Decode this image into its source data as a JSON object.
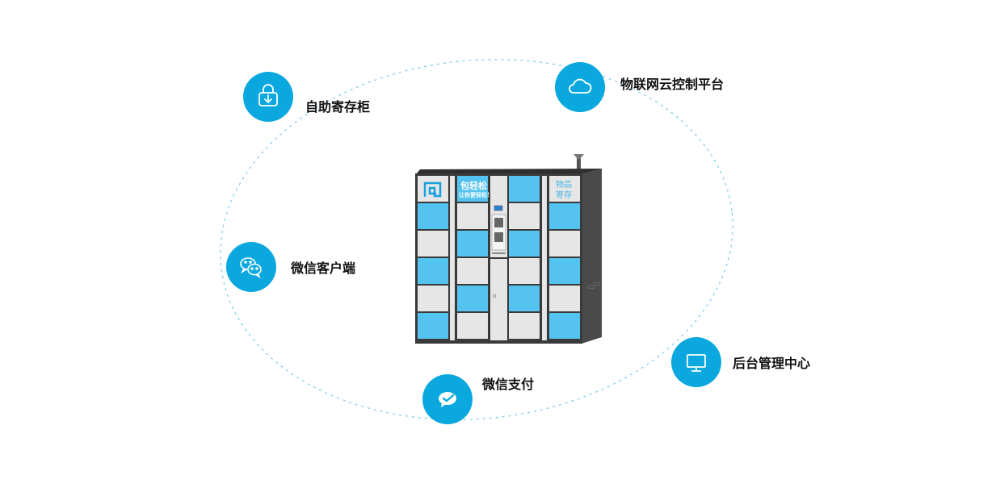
{
  "nodes": {
    "locker": {
      "label": "自助寄存柜",
      "icon": "bag-download-icon"
    },
    "cloud": {
      "label": "物联网云控制平台",
      "icon": "cloud-icon"
    },
    "wechat_client": {
      "label": "微信客户端",
      "icon": "wechat-icon"
    },
    "wechat_pay": {
      "label": "微信支付",
      "icon": "wechat-pay-icon"
    },
    "backend": {
      "label": "后台管理中心",
      "icon": "monitor-icon"
    }
  },
  "locker_image": {
    "brand_title": "包轻松",
    "brand_slogan": "让你更轻松!",
    "sign_line1": "物品",
    "sign_line2": "寄存"
  },
  "colors": {
    "accent": "#0aa8df",
    "door_blue": "#55c3f0",
    "door_grey": "#e6e6e6",
    "frame": "#3a3a3a"
  }
}
